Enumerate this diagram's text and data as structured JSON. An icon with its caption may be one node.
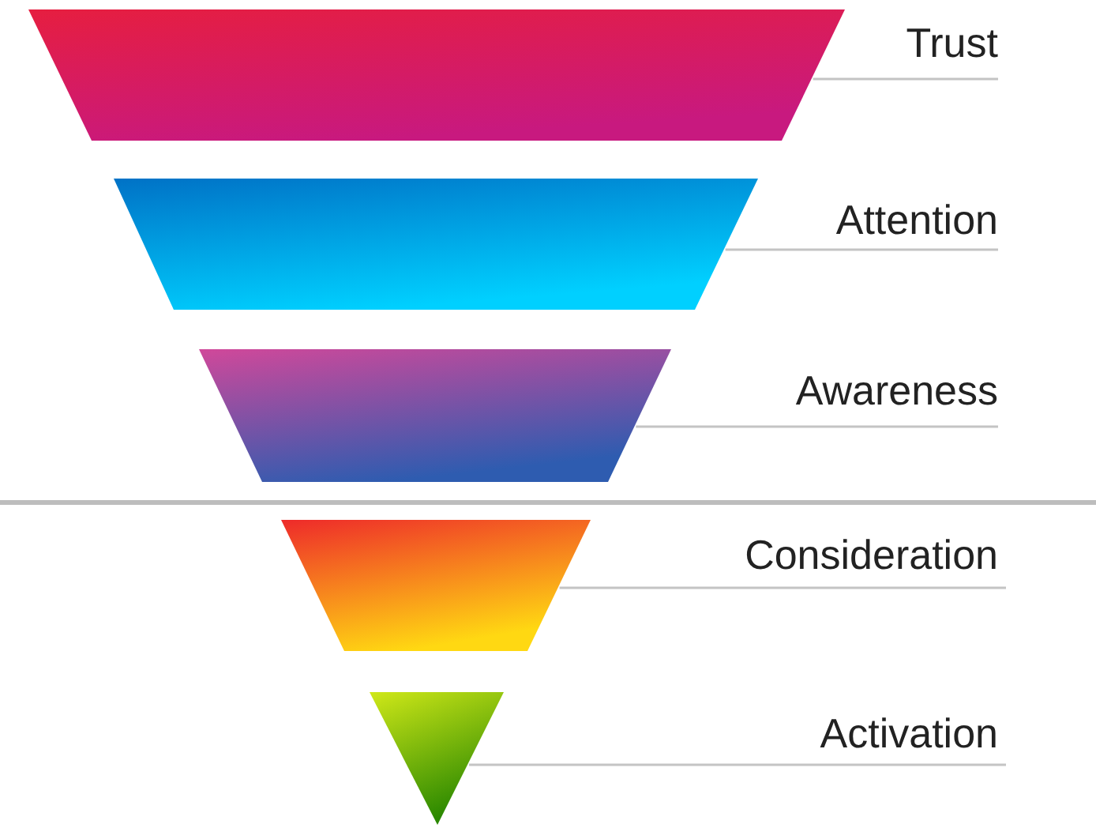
{
  "diagram": {
    "nodes": [
      {
        "text": [],
        "shape": "trapezoid"
      },
      {
        "text": [],
        "shape": "trapezoid"
      },
      {
        "text": [],
        "shape": "trapezoid"
      },
      {
        "text": [],
        "shape": "trapezoid"
      },
      {
        "text": [],
        "shape": "triangle"
      },
      {
        "text": [
          "Trust"
        ]
      },
      {
        "text": [
          "Attention"
        ]
      },
      {
        "text": [
          "Awareness"
        ]
      },
      {
        "text": [
          "Consideration"
        ]
      },
      {
        "text": [
          "Activation"
        ]
      }
    ],
    "edges": [
      {
        "from": 5,
        "to": 0,
        "arrow": "none"
      },
      {
        "from": 6,
        "to": 1,
        "arrow": "none"
      },
      {
        "from": 7,
        "to": 2,
        "arrow": "none"
      },
      {
        "from": 8,
        "to": 3,
        "arrow": "none"
      },
      {
        "from": 9,
        "to": 4,
        "arrow": "none"
      }
    ]
  }
}
